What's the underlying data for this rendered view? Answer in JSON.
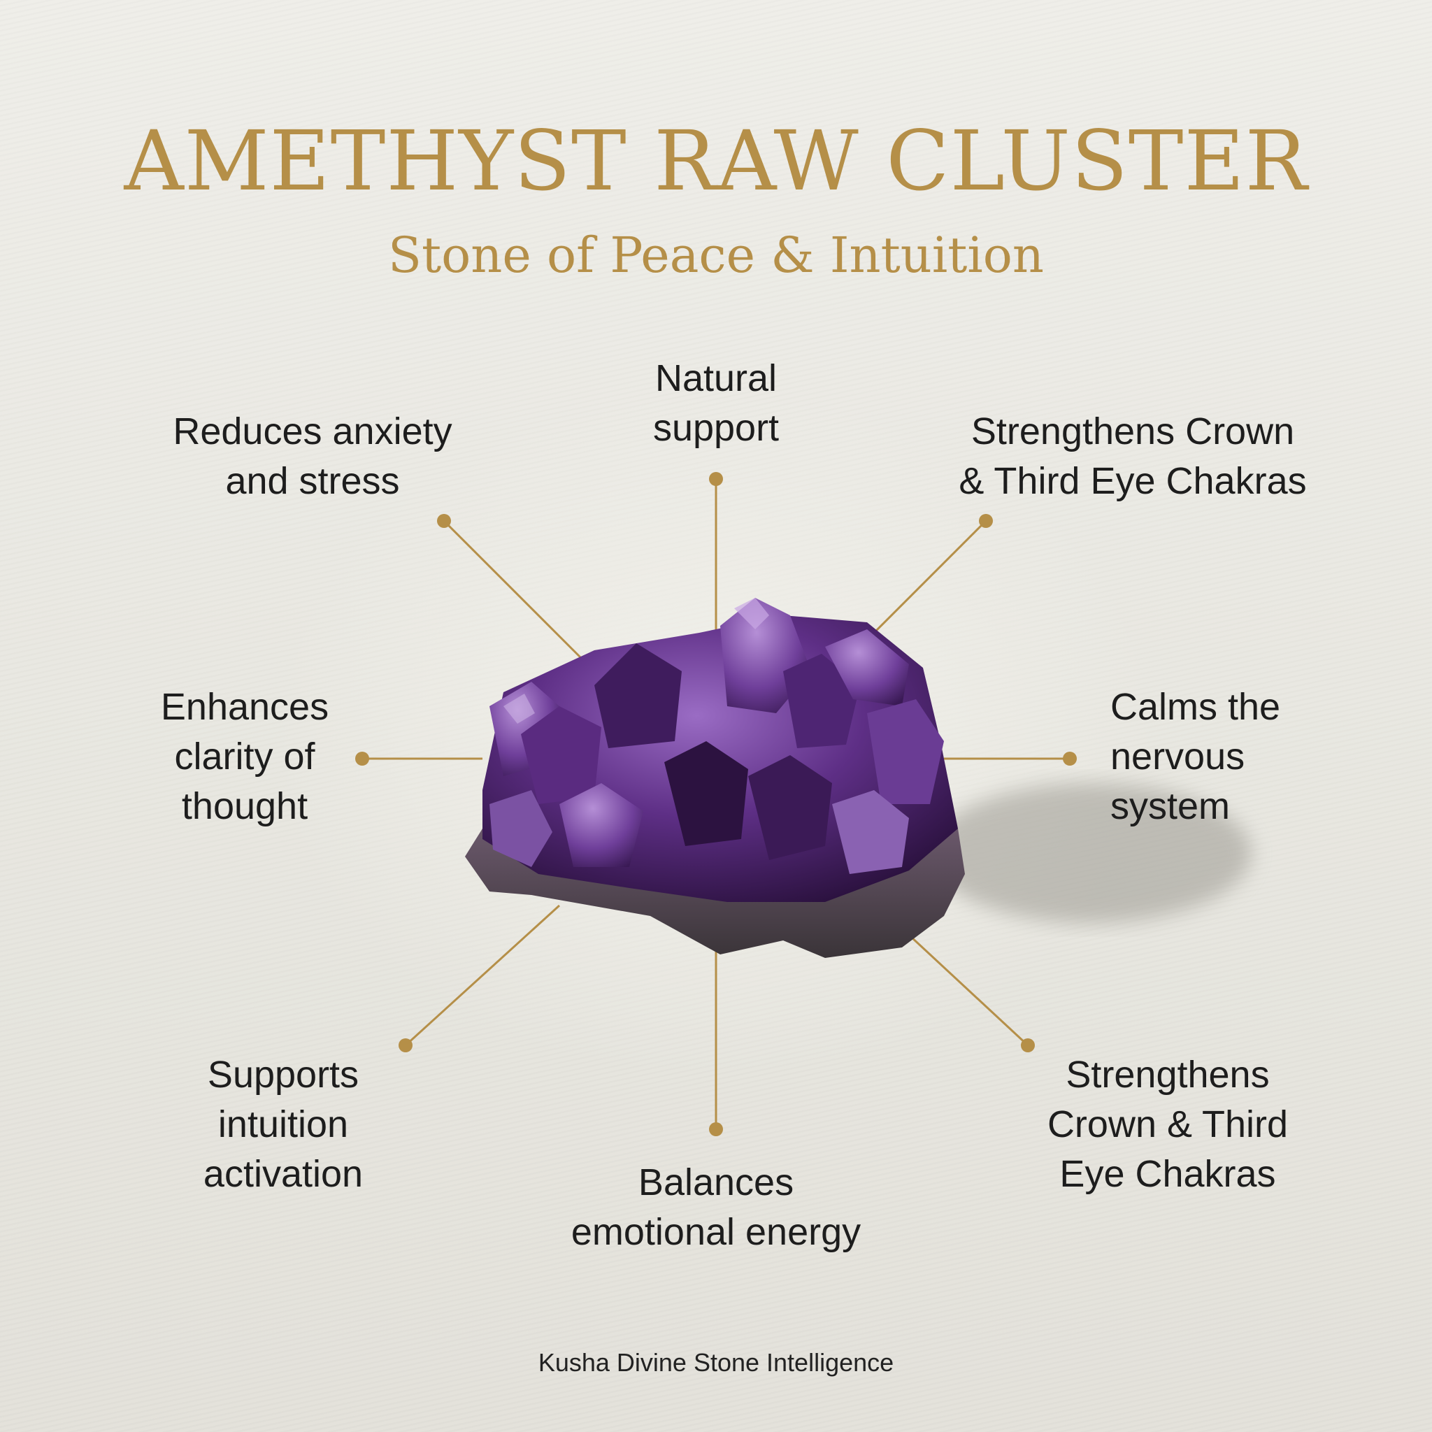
{
  "header": {
    "title": "AMETHYST RAW CLUSTER",
    "subtitle": "Stone of Peace & Intuition"
  },
  "benefits": {
    "top": [
      "Natural",
      "support"
    ],
    "top_left": [
      "Reduces anxiety",
      "and stress"
    ],
    "top_right": [
      "Strengthens Crown",
      "& Third Eye Chakras"
    ],
    "mid_left": [
      "Enhances",
      "clarity of",
      "thought"
    ],
    "mid_right": [
      "Calms the",
      "nervous",
      "system"
    ],
    "bottom_left": [
      "Supports",
      "intuition",
      "activation"
    ],
    "bottom": [
      "Balances",
      "emotional energy"
    ],
    "bottom_right": [
      "Strengthens",
      "Crown & Third",
      "Eye Chakras"
    ]
  },
  "footer": {
    "brand": "Kusha Divine Stone Intelligence"
  },
  "colors": {
    "gold": "#b58f48",
    "text": "#1d1d1d",
    "background": "#ecebe5",
    "amethyst": "#4a2466"
  },
  "image": {
    "subject": "amethyst-cluster"
  }
}
